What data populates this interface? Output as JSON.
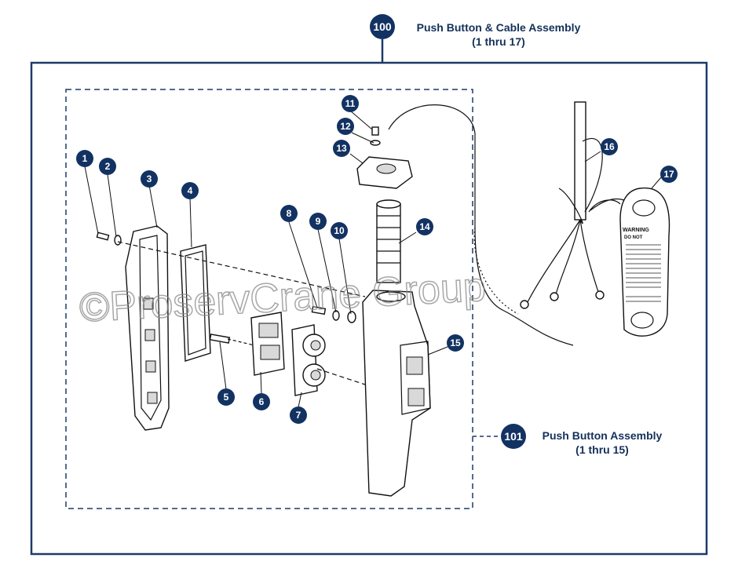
{
  "colors": {
    "callout": "#123262",
    "frame": "#1d3a68",
    "title_text": "#14305a"
  },
  "assemblies": [
    {
      "id": "100",
      "name": "Push Button & Cable Assembly",
      "range": "(1 thru 17)"
    },
    {
      "id": "101",
      "name": "Push Button Assembly",
      "range": "(1 thru 15)"
    }
  ],
  "callouts": [
    "1",
    "2",
    "3",
    "4",
    "5",
    "6",
    "7",
    "8",
    "9",
    "10",
    "11",
    "12",
    "13",
    "14",
    "15",
    "16",
    "17"
  ],
  "watermark": "©ProservCrane Group",
  "tag": {
    "heading": "WARNING",
    "subheading": "DO NOT"
  }
}
